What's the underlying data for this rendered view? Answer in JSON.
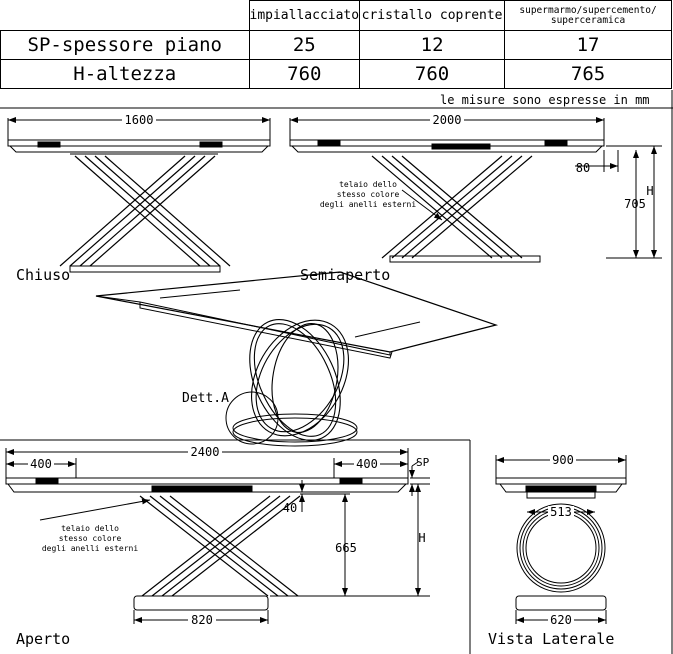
{
  "table": {
    "headers": [
      "impiallacciato",
      "cristallo coprente",
      "supermarmo/supercemento/",
      "superceramica"
    ],
    "rows": [
      {
        "label": "SP-spessore piano",
        "values": [
          "25",
          "12",
          "17"
        ]
      },
      {
        "label": "H-altezza",
        "values": [
          "760",
          "760",
          "765"
        ]
      }
    ]
  },
  "note": "le misure sono espresse in mm",
  "views": {
    "closed": {
      "title": "Chiuso",
      "width": "1600"
    },
    "semi": {
      "title": "Semiaperto",
      "width": "2000",
      "dim80": "80",
      "dim705": "705",
      "dimH": "H",
      "callout": [
        "telaio dello",
        "stesso colore",
        "degli anelli esterni"
      ]
    },
    "iso": {
      "detail": "Dett.A"
    },
    "open": {
      "title": "Aperto",
      "width": "2400",
      "ext_left": "400",
      "ext_right": "400",
      "sp": "SP",
      "dim40": "40",
      "dim665": "665",
      "dimH": "H",
      "base": "820",
      "callout": [
        "telaio dello",
        "stesso colore",
        "degli anelli esterni"
      ]
    },
    "side": {
      "title": "Vista Laterale",
      "top": "900",
      "ring": "513",
      "base": "620"
    }
  }
}
